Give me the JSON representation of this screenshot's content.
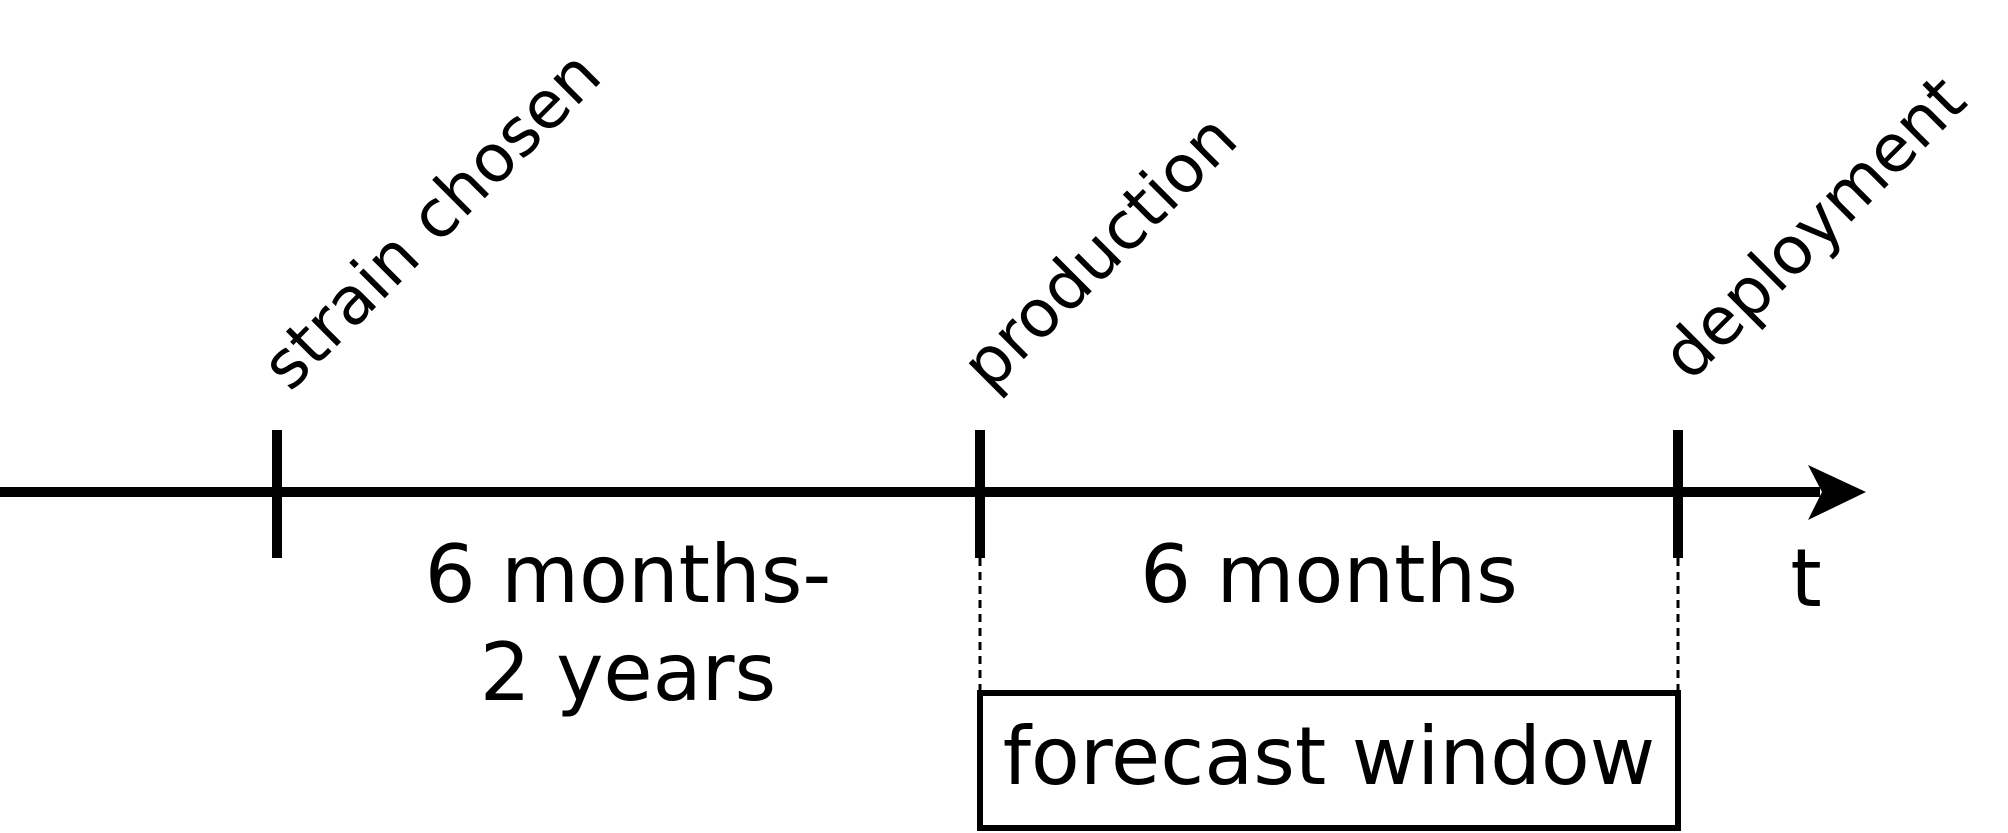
{
  "diagram": {
    "milestones": [
      {
        "label": "strain chosen"
      },
      {
        "label": "production"
      },
      {
        "label": "deployment"
      }
    ],
    "durations": {
      "first_line1": "6 months-",
      "first_line2": "2 years",
      "second": "6 months"
    },
    "axis_label": "t",
    "window_label": "forecast window",
    "colors": {
      "ink": "#000000",
      "background": "#ffffff"
    }
  }
}
